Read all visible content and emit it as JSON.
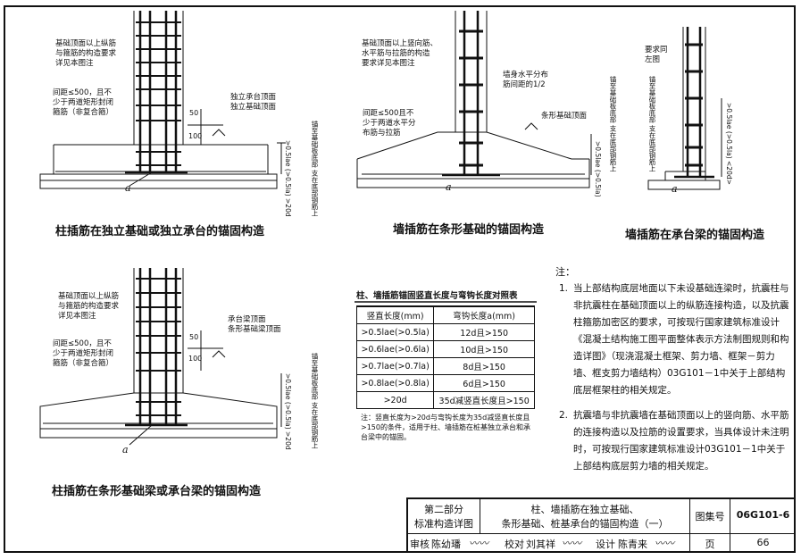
{
  "diagram1": {
    "caption": "柱插筋在独立基础或独立承台的锚固构造",
    "note_top": "基础顶面以上纵筋\n与箍筋的构造要求\n详见本图注",
    "note_left": "间距≤500，且不\n少于两道矩形封闭\n箍筋（非复合箍）",
    "note_right": "独立承台顶面\n独立基础顶面",
    "dim_50": "50",
    "dim_100": "100",
    "vert_length": ">0.5lae\n(>0.5la)\n>20d",
    "vert_support": "锚至基础板底部\n支在底部钢筋上",
    "a_label": "a"
  },
  "diagram2": {
    "caption": "墙插筋在条形基础的锚固构造",
    "note_top": "基础顶面以上竖向筋、\n水平筋与拉筋的构造\n要求详见本图注",
    "note_mid": "墙身水平分布\n筋间距的1/2",
    "note_right": "条形基础顶面",
    "note_left": "间距≤500且不\n少于两道水平分\n布筋与拉筋",
    "vert_length": ">0.5lae\n(>0.5la)",
    "vert_support": "锚至基础板底部\n支在底部钢筋上",
    "a_label": "a"
  },
  "diagram3": {
    "caption": "墙插筋在承台梁的锚固构造",
    "note_top": "要求同\n左图",
    "vert_support": "锚至基础板底部\n支在底部钢筋上",
    "vert_length": ">0.5lae\n(>0.5la)\n<20d>",
    "a_label": "a"
  },
  "diagram4": {
    "caption": "柱插筋在条形基础梁或承台梁的锚固构造",
    "note_top": "基础顶面以上纵筋\n与箍筋的构造要求\n详见本图注",
    "note_left": "间距≤500，且不\n少于两道矩形封闭\n箍筋（非复合箍）",
    "note_right": "承台梁顶面\n条形基础梁顶面",
    "dim_50": "50",
    "dim_100": "100",
    "vert_length": ">0.5lae\n(>0.5la)\n>20d",
    "vert_support": "锚至基础板底部\n支在底部钢筋上",
    "a_label": "a"
  },
  "table": {
    "title": "柱、墙插筋锚固竖直长度与弯钩长度对照表",
    "headers": [
      "竖直长度(mm)",
      "弯钩长度a(mm)"
    ],
    "rows": [
      [
        ">0.5lae(>0.5la)",
        "12d且>150"
      ],
      [
        ">0.6lae(>0.6la)",
        "10d且>150"
      ],
      [
        ">0.7lae(>0.7la)",
        "8d且>150"
      ],
      [
        ">0.8lae(>0.8la)",
        "6d且>150"
      ],
      [
        ">20d",
        "35d减竖直长度且>150"
      ]
    ],
    "note": "注：竖直长度为>20d与弯钩长度为35d减竖直长度且>150的条件，适用于柱、墙插筋在桩基独立承台和承台梁中的锚固。"
  },
  "notes": {
    "heading": "注：",
    "items": [
      {
        "num": "1.",
        "text": "当上部结构底层地面以下未设基础连梁时，抗震柱与非抗震柱在基础顶面以上的纵筋连接构造，以及抗震柱箍筋加密区的要求，可按现行国家建筑标准设计《混凝土结构施工图平面整体表示方法制图规则和构造详图》（现浇混凝土框架、剪力墙、框架－剪力墙、框支剪力墙结构）03G101－1中关于上部结构底层框架柱的相关规定。"
      },
      {
        "num": "2.",
        "text": "抗震墙与非抗震墙在基础顶面以上的竖向筋、水平筋的连接构造以及拉筋的设置要求，当具体设计未注明时，可按现行国家建筑标准设计03G101－1中关于上部结构底层剪力墙的相关规定。"
      }
    ]
  },
  "title_block": {
    "part": "第二部分",
    "section": "标准构造详图",
    "title_line1": "柱、墙插筋在独立基础、",
    "title_line2": "条形基础、桩基承台的锚固构造（一）",
    "atlas_label": "图集号",
    "atlas_no": "06G101-6",
    "review_label": "审核",
    "review_name": "陈幼璠",
    "check_label": "校对",
    "check_name": "刘其祥",
    "design_label": "设计",
    "design_name": "陈青来",
    "page_label": "页",
    "page_no": "66"
  }
}
